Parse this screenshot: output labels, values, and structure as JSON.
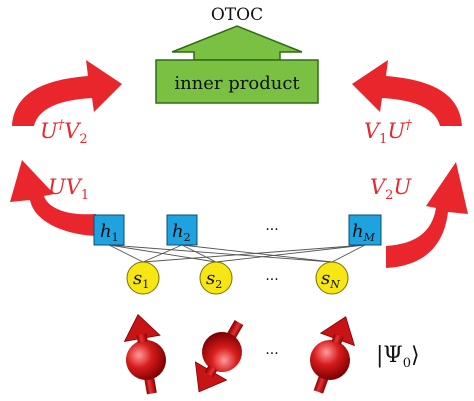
{
  "title": "OTOC",
  "inner_product_label": "inner product",
  "left_arrows": {
    "upper": {
      "base": "U",
      "sup": "†",
      "rest": "V",
      "sub": "2"
    },
    "lower": {
      "base": "UV",
      "sub": "1"
    }
  },
  "right_arrows": {
    "upper": {
      "base": "V",
      "sub": "1",
      "rest": "U",
      "sup": "†"
    },
    "lower": {
      "base": "V",
      "sub": "2",
      "rest": "U"
    }
  },
  "hidden_nodes": [
    {
      "base": "h",
      "sub": "1"
    },
    {
      "base": "h",
      "sub": "2"
    },
    {
      "base": "h",
      "sub": "M"
    }
  ],
  "visible_nodes": [
    {
      "base": "s",
      "sub": "1"
    },
    {
      "base": "s",
      "sub": "2"
    },
    {
      "base": "s",
      "sub": "N"
    }
  ],
  "ellipsis": "···",
  "state_label": {
    "open": "|",
    "symbol": "Ψ",
    "sub": "0",
    "close": "⟩"
  },
  "colors": {
    "red": "#e8262b",
    "green": "#7ac143",
    "hidden_fill": "#1ea3e0",
    "visible_fill": "#f5e614",
    "spin_red": "#cc1010"
  }
}
